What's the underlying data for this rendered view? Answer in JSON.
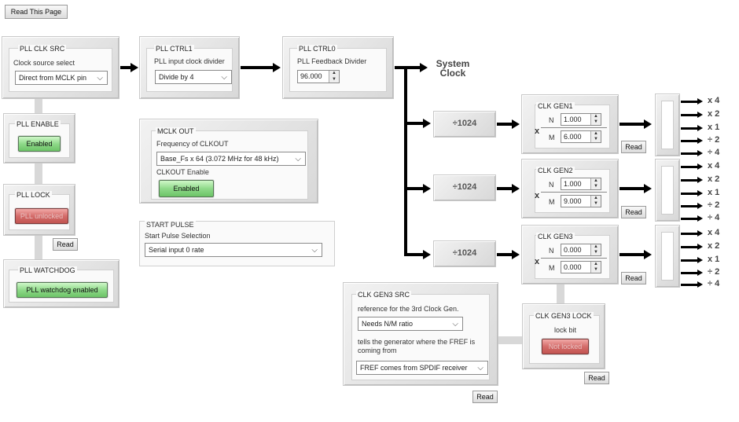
{
  "top": {
    "read_page_label": "Read This Page"
  },
  "pll_clk_src": {
    "title": "PLL CLK SRC",
    "label": "Clock source select",
    "value": "Direct from MCLK pin"
  },
  "pll_ctrl1": {
    "title": "PLL CTRL1",
    "label": "PLL input clock divider",
    "value": "Divide by 4"
  },
  "pll_ctrl0": {
    "title": "PLL CTRL0",
    "label": "PLL Feedback Divider",
    "value": "96.000"
  },
  "system_clock": {
    "line1": "System",
    "line2": "Clock"
  },
  "pll_enable": {
    "title": "PLL ENABLE",
    "status": "Enabled"
  },
  "pll_lock": {
    "title": "PLL LOCK",
    "status": "PLL unlocked",
    "read_label": "Read"
  },
  "pll_watchdog": {
    "title": "PLL WATCHDOG",
    "status": "PLL watchdog enabled"
  },
  "mclk_out": {
    "title": "MCLK OUT",
    "freq_label": "Frequency of CLKOUT",
    "freq_value": "Base_Fs x 64 (3.072 MHz for 48 kHz)",
    "enable_label": "CLKOUT Enable",
    "enable_status": "Enabled"
  },
  "start_pulse": {
    "title": "START PULSE",
    "label": "Start Pulse Selection",
    "value": "Serial input 0 rate"
  },
  "dividers": [
    "÷1024",
    "÷1024",
    "÷1024"
  ],
  "clk_gens": [
    {
      "title": "CLK GEN1",
      "x": "x",
      "n_label": "N",
      "n_value": "1.000",
      "m_label": "M",
      "m_value": "6.000",
      "read_label": "Read"
    },
    {
      "title": "CLK GEN2",
      "x": "x",
      "n_label": "N",
      "n_value": "1.000",
      "m_label": "M",
      "m_value": "9.000",
      "read_label": "Read"
    },
    {
      "title": "CLK GEN3",
      "x": "x",
      "n_label": "N",
      "n_value": "0.000",
      "m_label": "M",
      "m_value": "0.000",
      "read_label": "Read"
    }
  ],
  "outputs": [
    "x 4",
    "x 2",
    "x 1",
    "÷ 2",
    "÷ 4"
  ],
  "clk_gen3_src": {
    "title": "CLK GEN3 SRC",
    "label1": "reference for the 3rd Clock Gen.",
    "value1": "Needs N/M ratio",
    "label2": "tells the generator where the FREF is coming from",
    "value2": "FREF comes from SPDIF receiver",
    "read_label": "Read"
  },
  "clk_gen3_lock": {
    "title": "CLK GEN3 LOCK",
    "label": "lock bit",
    "status": "Not locked",
    "read_label": "Read"
  }
}
